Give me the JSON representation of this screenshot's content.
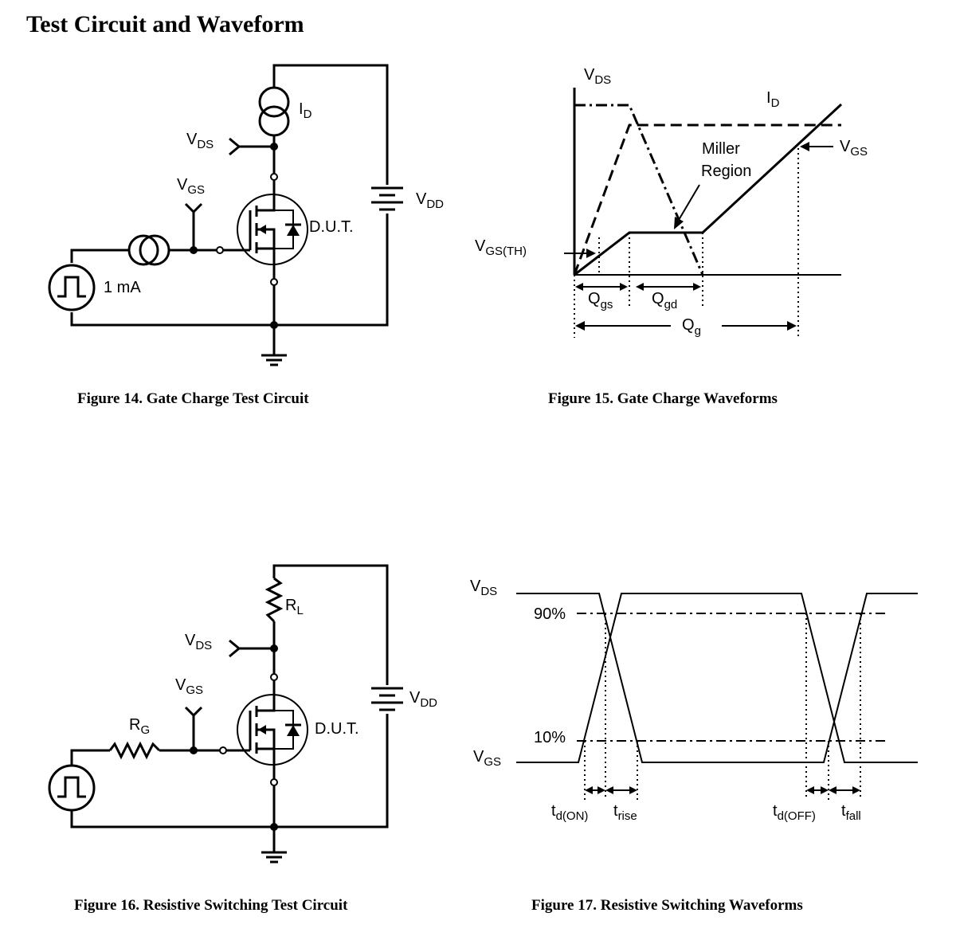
{
  "page": {
    "title": "Test Circuit and Waveform"
  },
  "fig14": {
    "caption": "Figure 14. Gate Charge Test Circuit",
    "id_label": "I",
    "id_sub": "D",
    "vds_label": "V",
    "vds_sub": "DS",
    "vgs_label": "V",
    "vgs_sub": "GS",
    "vdd_label": "V",
    "vdd_sub": "DD",
    "dut_label": "D.U.T.",
    "current_label": "1 mA"
  },
  "fig15": {
    "caption": "Figure 15. Gate Charge Waveforms",
    "vds_label": "V",
    "vds_sub": "DS",
    "id_label": "I",
    "id_sub": "D",
    "miller_line1": "Miller",
    "miller_line2": "Region",
    "vgs_label": "V",
    "vgs_sub": "GS",
    "vgsth_label": "V",
    "vgsth_sub": "GS(TH)",
    "qgs_label": "Q",
    "qgs_sub": "gs",
    "qgd_label": "Q",
    "qgd_sub": "gd",
    "qg_label": "Q",
    "qg_sub": "g"
  },
  "fig16": {
    "caption": "Figure 16. Resistive Switching Test Circuit",
    "rl_label": "R",
    "rl_sub": "L",
    "vds_label": "V",
    "vds_sub": "DS",
    "vgs_label": "V",
    "vgs_sub": "GS",
    "rg_label": "R",
    "rg_sub": "G",
    "vdd_label": "V",
    "vdd_sub": "DD",
    "dut_label": "D.U.T."
  },
  "fig17": {
    "caption": "Figure 17. Resistive Switching Waveforms",
    "vds_label": "V",
    "vds_sub": "DS",
    "vgs_label": "V",
    "vgs_sub": "GS",
    "p90": "90%",
    "p10": "10%",
    "tdon_label": "t",
    "tdon_sub": "d(ON)",
    "trise_label": "t",
    "trise_sub": "rise",
    "tdoff_label": "t",
    "tdoff_sub": "d(OFF)",
    "tfall_label": "t",
    "tfall_sub": "fall"
  }
}
